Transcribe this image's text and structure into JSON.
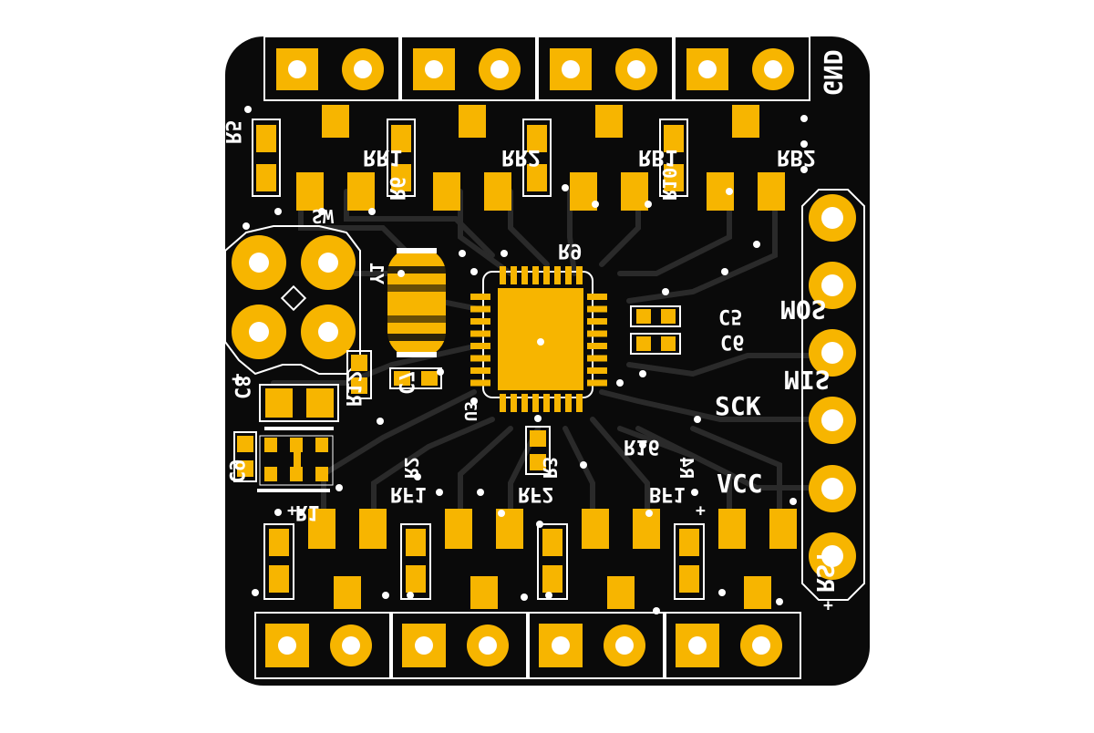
{
  "board": {
    "colors": {
      "substrate": "#0a0a0a",
      "trace": "#202020",
      "copper": "#f7b500",
      "drill": "#ffffff",
      "silk": "#ffffff",
      "padShade": "#c98f00"
    },
    "pins": {
      "right": [
        "GND",
        "MOS",
        "MIS",
        "SCK",
        "VCC",
        "RST"
      ]
    },
    "labels": {
      "r5": "R5",
      "rr1": "RR1",
      "rr2": "RR2",
      "rb1": "RB1",
      "rb2": "RB2",
      "r6": "R6",
      "r9": "R9",
      "r10": "R10",
      "sw": "SW",
      "y1": "Y1",
      "c5": "C5",
      "c6": "C6",
      "c7": "C7",
      "c8": "C8",
      "c9": "C9",
      "r12": "R12",
      "u3": "U3",
      "r16": "R16",
      "r1": "R1",
      "rf1": "RF1",
      "r2": "R2",
      "rf2": "RF2",
      "r3": "R3",
      "bf1": "BF1",
      "r4": "R4",
      "plus1": "+",
      "plus2": "+",
      "plus3": "+",
      "plus4": "+"
    }
  }
}
